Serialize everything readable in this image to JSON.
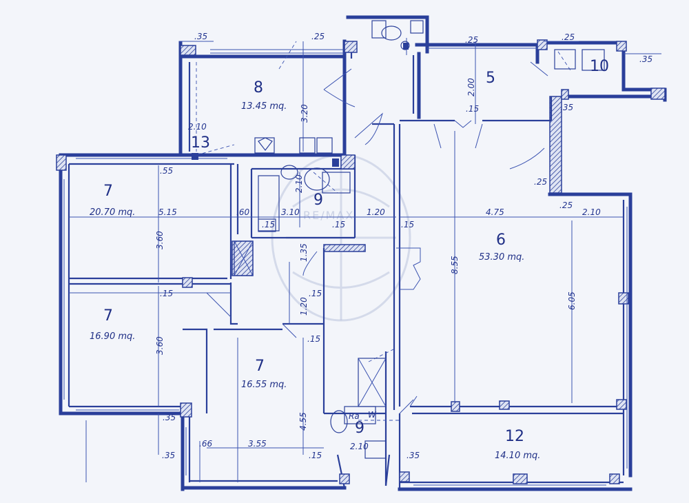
{
  "rooms": [
    {
      "number": "8",
      "area": "13.45 mq."
    },
    {
      "number": "5",
      "area": ""
    },
    {
      "number": "10",
      "area": ""
    },
    {
      "number": "13",
      "area": ""
    },
    {
      "number": "7",
      "area": "20.70 mq."
    },
    {
      "number": "9",
      "area": ""
    },
    {
      "number": "6",
      "area": "53.30 mq."
    },
    {
      "number": "7",
      "area": "16.90 mq."
    },
    {
      "number": "7",
      "area": "16.55 mq."
    },
    {
      "number": "9",
      "area": ""
    },
    {
      "number": "12",
      "area": "14.10 mq."
    }
  ],
  "dimensions": [
    ".35",
    ".25",
    ".25",
    ".25",
    ".35",
    "3.20",
    "2.00",
    ".15",
    ".35",
    "2.10",
    ".55",
    "5.15",
    ".60",
    "3.10",
    ".15",
    "2.10",
    ".15",
    "1.20",
    ".15",
    "4.75",
    ".25",
    "2.10",
    ".25",
    "3.60",
    "1.35",
    "8.55",
    "6.05",
    ".15",
    "3.60",
    "1.20",
    ".15",
    ".15",
    "4.55",
    ".35",
    ".66",
    "3.55",
    ".35",
    ".15",
    "2.10",
    ".35"
  ],
  "fixture_labels": [
    "Ra",
    "W"
  ],
  "watermark": "RE/MAX"
}
